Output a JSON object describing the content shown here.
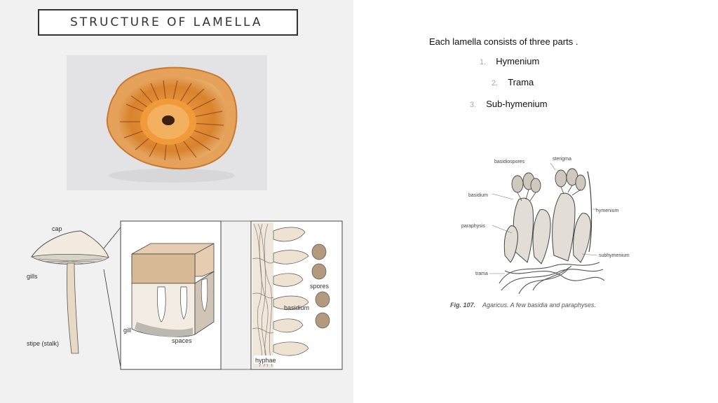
{
  "slide": {
    "title": "STRUCTURE OF LAMELLA",
    "intro": "Each lamella consists of three parts .",
    "parts": [
      {
        "num": "1.",
        "label": "Hymenium"
      },
      {
        "num": "2.",
        "label": "Trama"
      },
      {
        "num": "3.",
        "label": "Sub-hymenium"
      }
    ]
  },
  "mushroom_diagram": {
    "labels": {
      "cap": "cap",
      "gills": "gills",
      "stipe": "stipe (stalk)",
      "gill": "gill",
      "spaces": "spaces",
      "spores": "spores",
      "basidium": "basidium",
      "hyphae": "hyphae"
    }
  },
  "basidium_sketch": {
    "labels": {
      "basidiospores": "basidiospores",
      "sterigma": "sterigma",
      "basidium": "basidium",
      "hymenium": "hymenium",
      "paraphysis": "paraphysis",
      "subhymenium": "subhymenium",
      "trama": "trama"
    },
    "caption_fig": "Fig. 107.",
    "caption_text": "Agaricus. A few basidia and paraphyses."
  },
  "colors": {
    "panel_bg": "#f1f1f1",
    "mushroom_orange": "#d9832c",
    "gill_brown": "#9c4a25"
  }
}
